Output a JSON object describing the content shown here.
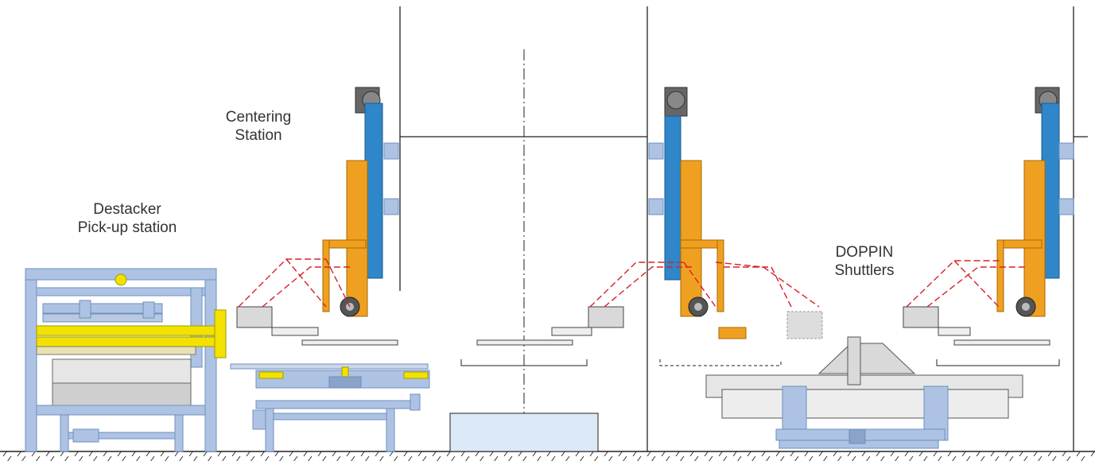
{
  "labels": {
    "destacker": [
      "Destacker",
      "Pick-up station"
    ],
    "centering": [
      "Centering",
      "Station"
    ],
    "doppin": [
      "DOPPIN",
      "Shuttlers"
    ]
  },
  "colors": {
    "frame_blue": "#aec3e3",
    "frame_blue_dark": "#6f8fc0",
    "robot_orange": "#f0a020",
    "column_blue": "#2f86c9",
    "accent_yellow": "#f3e200",
    "arm_red": "#d8202a",
    "motor_gray": "#666666",
    "tool_gray": "#d9d9d9",
    "pallet_blue": "#dbe9f7",
    "line_dark": "#222222"
  }
}
